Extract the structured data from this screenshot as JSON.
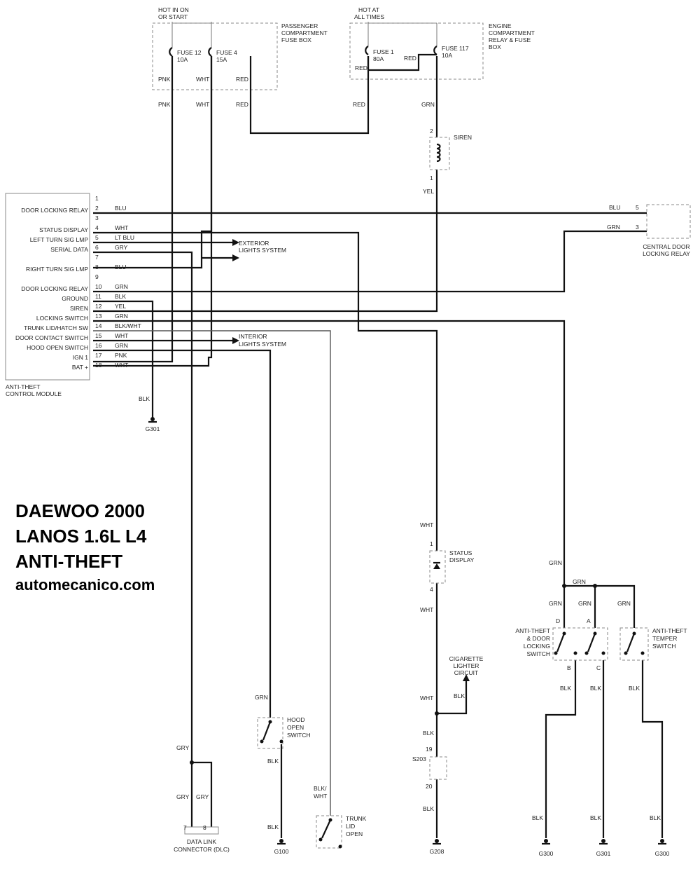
{
  "title_lines": [
    "DAEWOO 2000",
    "LANOS 1.6L L4",
    "ANTI-THEFT",
    "automecanico.com"
  ],
  "power": {
    "hot_run": [
      "HOT IN ON",
      "OR START"
    ],
    "hot_always": [
      "HOT AT",
      "ALL TIMES"
    ]
  },
  "fuse_boxes": {
    "passenger": [
      "PASSENGER",
      "COMPARTMENT",
      "FUSE BOX"
    ],
    "engine": [
      "ENGINE",
      "COMPARTMENT",
      "RELAY & FUSE",
      "BOX"
    ]
  },
  "fuses": [
    {
      "name": "FUSE 12",
      "rating": "10A"
    },
    {
      "name": "FUSE 4",
      "rating": "15A"
    },
    {
      "name": "FUSE 1",
      "rating": "80A"
    },
    {
      "name": "FUSE 117",
      "rating": "10A"
    }
  ],
  "module": {
    "name": [
      "ANTI-THEFT",
      "CONTROL MODULE"
    ],
    "pins": [
      {
        "pin": "1",
        "label": "",
        "wire": ""
      },
      {
        "pin": "2",
        "label": "DOOR LOCKING RELAY",
        "wire": "BLU"
      },
      {
        "pin": "3",
        "label": "",
        "wire": ""
      },
      {
        "pin": "4",
        "label": "STATUS DISPLAY",
        "wire": "WHT"
      },
      {
        "pin": "5",
        "label": "LEFT TURN SIG LMP",
        "wire": "LT BLU"
      },
      {
        "pin": "6",
        "label": "SERIAL DATA",
        "wire": "GRY"
      },
      {
        "pin": "7",
        "label": "",
        "wire": ""
      },
      {
        "pin": "8",
        "label": "RIGHT TURN SIG LMP",
        "wire": "BLU"
      },
      {
        "pin": "9",
        "label": "",
        "wire": ""
      },
      {
        "pin": "10",
        "label": "DOOR LOCKING RELAY",
        "wire": "GRN"
      },
      {
        "pin": "11",
        "label": "GROUND",
        "wire": "BLK"
      },
      {
        "pin": "12",
        "label": "SIREN",
        "wire": "YEL"
      },
      {
        "pin": "13",
        "label": "LOCKING SWITCH",
        "wire": "GRN"
      },
      {
        "pin": "14",
        "label": "TRUNK LID/HATCH SW",
        "wire": "BLK/WHT"
      },
      {
        "pin": "15",
        "label": "DOOR CONTACT SWITCH",
        "wire": "WHT"
      },
      {
        "pin": "16",
        "label": "HOOD OPEN SWITCH",
        "wire": "GRN"
      },
      {
        "pin": "17",
        "label": "IGN 1",
        "wire": "PNK"
      },
      {
        "pin": "18",
        "label": "BAT +",
        "wire": "WHT"
      }
    ]
  },
  "wire_colors": {
    "pnk": "PNK",
    "wht": "WHT",
    "red": "RED",
    "grn": "GRN",
    "yel": "YEL",
    "blu": "BLU",
    "blk": "BLK",
    "gry": "GRY",
    "blk_wht": "BLK/WHT",
    "blk_wht_split": [
      "BLK/",
      "WHT"
    ]
  },
  "components": {
    "siren": {
      "label": "SIREN",
      "pin_top": "2",
      "pin_bottom": "1"
    },
    "central_relay": {
      "label": [
        "CENTRAL DOOR",
        "LOCKING RELAY"
      ],
      "pin_a": "5",
      "pin_b": "3"
    },
    "exterior_lights": [
      "EXTERIOR",
      "LIGHTS SYSTEM"
    ],
    "interior_lights": [
      "INTERIOR",
      "LIGHTS SYSTEM"
    ],
    "status_display": {
      "label": [
        "STATUS",
        "DISPLAY"
      ],
      "pin_top": "1",
      "pin_bottom": "4"
    },
    "cigarette": [
      "CIGARETTE",
      "LIGHTER",
      "CIRCUIT"
    ],
    "splice": {
      "label": "S203",
      "pin_top": "19",
      "pin_bottom": "20"
    },
    "lock_switch": {
      "label": [
        "ANTI-THEFT",
        "& DOOR",
        "LOCKING",
        "SWITCH"
      ],
      "pins": [
        "D",
        "A",
        "B",
        "C"
      ]
    },
    "temper_switch": [
      "ANTI-THEFT",
      "TEMPER",
      "SWITCH"
    ],
    "hood_switch": [
      "HOOD",
      "OPEN",
      "SWITCH"
    ],
    "trunk_switch": [
      "TRUNK",
      "LID",
      "OPEN"
    ],
    "dlc": {
      "label": [
        "DATA LINK",
        "CONNECTOR (DLC)"
      ],
      "pins": [
        "7",
        "8"
      ]
    }
  },
  "grounds": [
    "G301",
    "G100",
    "G208",
    "G300",
    "G301",
    "G300"
  ]
}
